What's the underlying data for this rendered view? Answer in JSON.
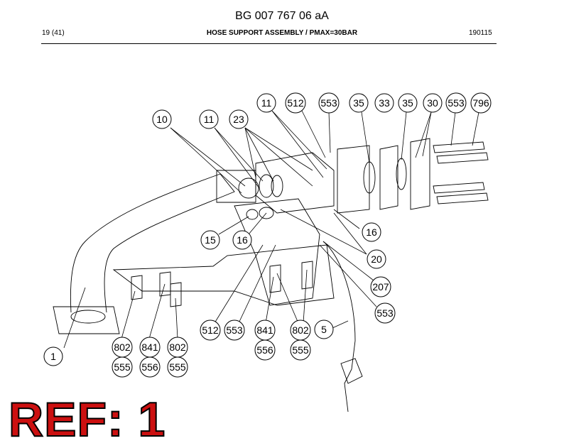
{
  "header": {
    "document_id": "BG 007 767 06 aA",
    "page": "19 (41)",
    "title": "HOSE SUPPORT ASSEMBLY / PMAX=30BAR",
    "date": "190115"
  },
  "reference": "REF: 1",
  "callouts": [
    "1",
    "5",
    "10",
    "11",
    "11",
    "15",
    "16",
    "16",
    "20",
    "23",
    "30",
    "33",
    "35",
    "35",
    "207",
    "512",
    "512",
    "553",
    "553",
    "553",
    "553",
    "796",
    "802",
    "555",
    "841",
    "556",
    "802",
    "555",
    "841",
    "556",
    "802",
    "555"
  ],
  "colors": {
    "line": "#000000",
    "ref_text": "#cc1010"
  }
}
